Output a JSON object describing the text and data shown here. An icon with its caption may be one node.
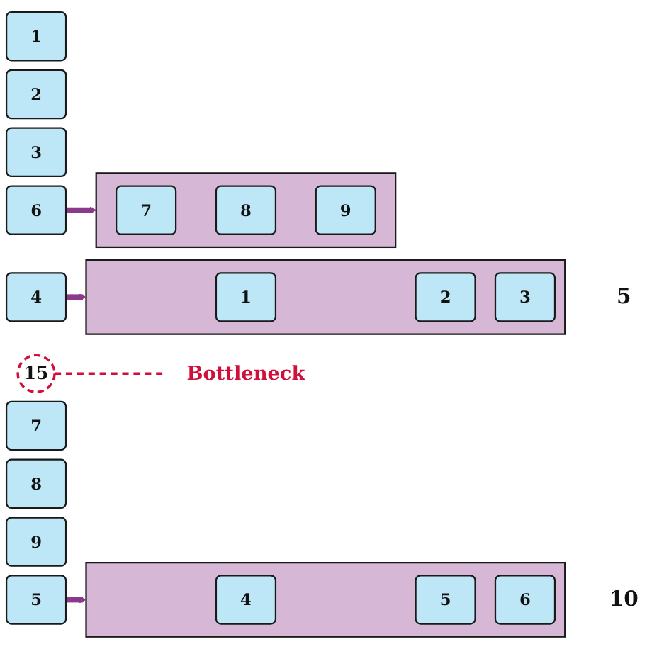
{
  "diagram": {
    "nodes": [
      {
        "text": [
          "1"
        ]
      },
      {
        "text": [
          "2"
        ]
      },
      {
        "text": [
          "3"
        ]
      },
      {
        "text": [
          "4"
        ]
      },
      {
        "text": [
          "5"
        ]
      },
      {
        "text": [
          "6"
        ]
      },
      {
        "text": [
          "7"
        ]
      },
      {
        "text": [
          "8"
        ]
      },
      {
        "text": [
          "9"
        ]
      },
      {
        "text": [],
        "shape": "box",
        "beside": [
          "5"
        ]
      },
      {
        "text": [
          "1"
        ],
        "in": 9
      },
      {
        "text": [
          "2"
        ],
        "in": 9
      },
      {
        "text": [
          "3"
        ],
        "in": 9
      },
      {
        "text": [],
        "shape": "box",
        "beside": [
          "10"
        ]
      },
      {
        "text": [
          "4"
        ],
        "in": 13
      },
      {
        "text": [
          "5"
        ],
        "in": 13
      },
      {
        "text": [
          "6"
        ],
        "in": 13
      },
      {
        "text": [],
        "shape": "box"
      },
      {
        "text": [
          "7"
        ],
        "in": 17
      },
      {
        "text": [
          "8"
        ],
        "in": 17
      },
      {
        "text": [
          "9"
        ],
        "in": 17
      },
      {
        "text": [
          "15"
        ]
      },
      {
        "text": [
          "Bottleneck"
        ]
      }
    ],
    "edges": [
      {
        "from": 3,
        "to": 9,
        "arrow": "to"
      },
      {
        "from": 4,
        "to": 13,
        "arrow": "to"
      },
      {
        "from": 5,
        "to": 17,
        "arrow": "to"
      },
      {
        "from": 21,
        "to": 22,
        "arrow": "none",
        "style": "dashed",
        "color": "#d0103a"
      }
    ]
  }
}
